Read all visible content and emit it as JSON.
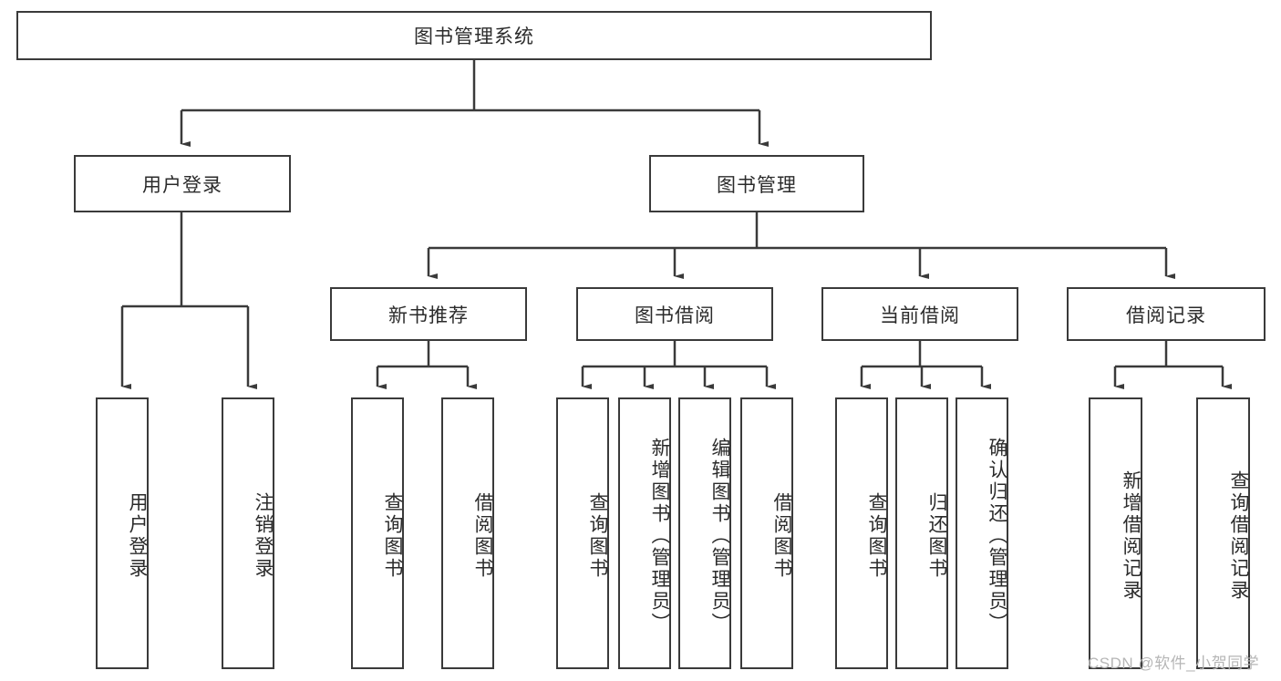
{
  "diagram": {
    "title": "图书管理系统",
    "type": "hierarchy-tree",
    "root": {
      "id": "root",
      "label": "图书管理系统"
    },
    "level2": [
      {
        "id": "user-login",
        "label": "用户登录"
      },
      {
        "id": "book-manage",
        "label": "图书管理"
      }
    ],
    "level3": [
      {
        "id": "new-book-rec",
        "label": "新书推荐",
        "parent": "book-manage"
      },
      {
        "id": "book-borrow",
        "label": "图书借阅",
        "parent": "book-manage"
      },
      {
        "id": "current-borrow",
        "label": "当前借阅",
        "parent": "book-manage"
      },
      {
        "id": "borrow-record",
        "label": "借阅记录",
        "parent": "book-manage"
      }
    ],
    "leaves": {
      "user_login": [
        {
          "id": "leaf-user-login",
          "label": "用户登录"
        },
        {
          "id": "leaf-user-logout",
          "label": "注销登录"
        }
      ],
      "new_book_rec": [
        {
          "id": "leaf-query-book-1",
          "label": "查询图书"
        },
        {
          "id": "leaf-borrow-book-1",
          "label": "借阅图书"
        }
      ],
      "book_borrow": [
        {
          "id": "leaf-query-book-2",
          "label": "查询图书"
        },
        {
          "id": "leaf-add-book",
          "label": "新增图书（管理员）"
        },
        {
          "id": "leaf-edit-book",
          "label": "编辑图书（管理员）"
        },
        {
          "id": "leaf-borrow-book-2",
          "label": "借阅图书"
        }
      ],
      "current_borrow": [
        {
          "id": "leaf-query-book-3",
          "label": "查询图书"
        },
        {
          "id": "leaf-return-book",
          "label": "归还图书"
        },
        {
          "id": "leaf-confirm-return",
          "label": "确认归还（管理员）"
        }
      ],
      "borrow_record": [
        {
          "id": "leaf-add-record",
          "label": "新增借阅记录"
        },
        {
          "id": "leaf-query-record",
          "label": "查询借阅记录"
        }
      ]
    }
  },
  "watermark": {
    "text": "CSDN @软件_小贺同学"
  },
  "colors": {
    "border": "#3a3a3a",
    "text": "#2b2b2b",
    "background": "#ffffff",
    "watermark": "#b6b6b6"
  }
}
